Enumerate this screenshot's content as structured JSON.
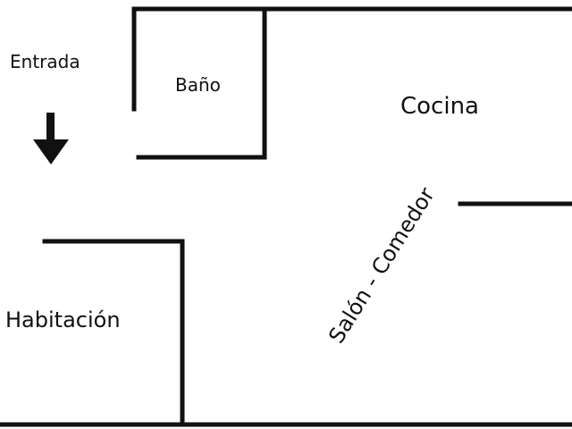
{
  "rooms": {
    "entrance": "Entrada",
    "bathroom": "Baño",
    "kitchen": "Cocina",
    "bedroom": "Habitación",
    "living_dining": "Salón - Comedor"
  },
  "icons": {
    "entrance_arrow": "arrow-down-icon"
  },
  "colors": {
    "walls": "#111111",
    "background": "#ffffff"
  }
}
